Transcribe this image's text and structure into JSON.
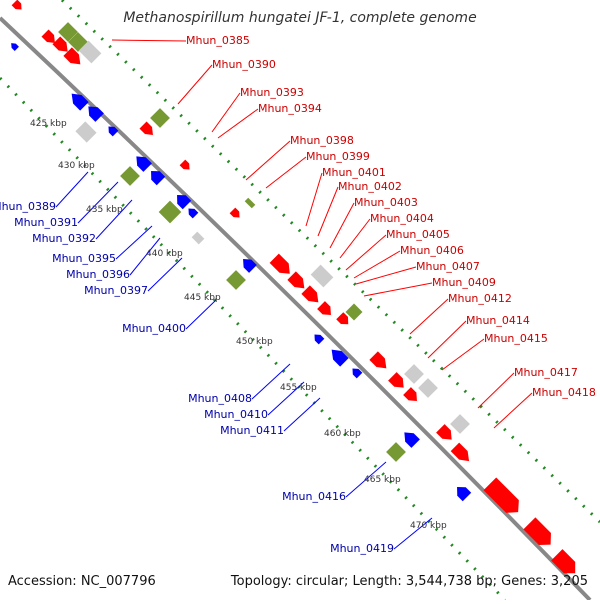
{
  "title": "Methanospirillum hungatei JF-1, complete genome",
  "footer": {
    "accession": "Accession: NC_007796",
    "summary": "Topology: circular; Length: 3,544,738 bp; Genes: 3,205"
  },
  "colors": {
    "backbone": "#888888",
    "forward": "#ff0000",
    "reverse": "#0000ff",
    "rna": "#cccccc",
    "pseudo": "#779933",
    "dotted": "#228822",
    "forward_label": "#cc0000",
    "reverse_label": "#0000aa"
  },
  "ticks": [
    "425 kbp",
    "430 kbp",
    "435 kbp",
    "440 kbp",
    "445 kbp",
    "450 kbp",
    "455 kbp",
    "460 kbp",
    "465 kbp",
    "470 kbp"
  ],
  "forward_labels": [
    "Mhun_0385",
    "Mhun_0390",
    "Mhun_0393",
    "Mhun_0394",
    "Mhun_0398",
    "Mhun_0399",
    "Mhun_0401",
    "Mhun_0402",
    "Mhun_0403",
    "Mhun_0404",
    "Mhun_0405",
    "Mhun_0406",
    "Mhun_0407",
    "Mhun_0409",
    "Mhun_0412",
    "Mhun_0414",
    "Mhun_0415",
    "Mhun_0417",
    "Mhun_0418"
  ],
  "reverse_labels": [
    "Mhun_0389",
    "Mhun_0391",
    "Mhun_0392",
    "Mhun_0395",
    "Mhun_0396",
    "Mhun_0397",
    "Mhun_0400",
    "Mhun_0408",
    "Mhun_0410",
    "Mhun_0411",
    "Mhun_0416",
    "Mhun_0419"
  ]
}
